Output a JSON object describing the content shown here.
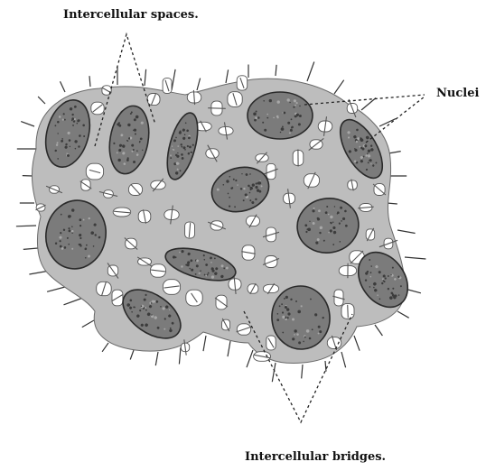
{
  "labels": {
    "intercellular_spaces": "Intercellular spaces.",
    "nuclei": "Nuclei",
    "intercellular_bridges": "Intercellular bridges."
  },
  "colors": {
    "background": "#ffffff",
    "cytoplasm": "#bdbdbd",
    "nucleus": "#7b7b7b",
    "outline": "#2a2a2a"
  }
}
